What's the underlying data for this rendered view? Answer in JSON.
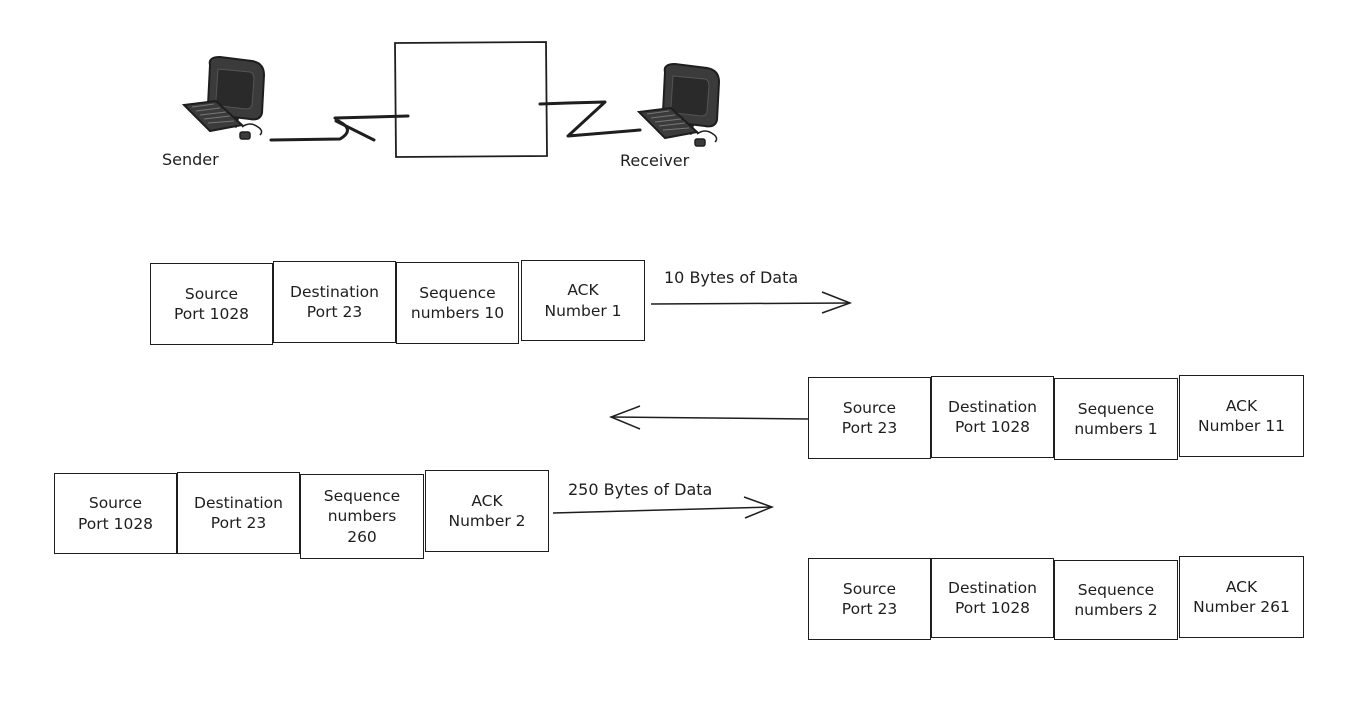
{
  "network": {
    "sender_label": "Sender",
    "receiver_label": "Receiver",
    "sender_icon": "computer-icon",
    "receiver_icon": "computer-icon"
  },
  "segments": [
    {
      "direction": "sender-to-receiver",
      "data_label": "10 Bytes of Data",
      "fields": [
        "Source\nPort 1028",
        "Destination\nPort 23",
        "Sequence\nnumbers 10",
        "ACK\nNumber 1"
      ]
    },
    {
      "direction": "receiver-to-sender",
      "data_label": "",
      "fields": [
        "Source\nPort 23",
        "Destination\nPort 1028",
        "Sequence\nnumbers 1",
        "ACK\nNumber 11"
      ]
    },
    {
      "direction": "sender-to-receiver",
      "data_label": "250 Bytes of Data",
      "fields": [
        "Source\nPort 1028",
        "Destination\nPort 23",
        "Sequence\nnumbers\n260",
        "ACK\nNumber 2"
      ]
    },
    {
      "direction": "receiver-to-sender",
      "data_label": "",
      "fields": [
        "Source\nPort 23",
        "Destination\nPort 1028",
        "Sequence\nnumbers 2",
        "ACK\nNumber 261"
      ]
    }
  ],
  "colors": {
    "stroke": "#1e1e1e",
    "monitor": "#3b3b3b",
    "background": "#ffffff"
  }
}
